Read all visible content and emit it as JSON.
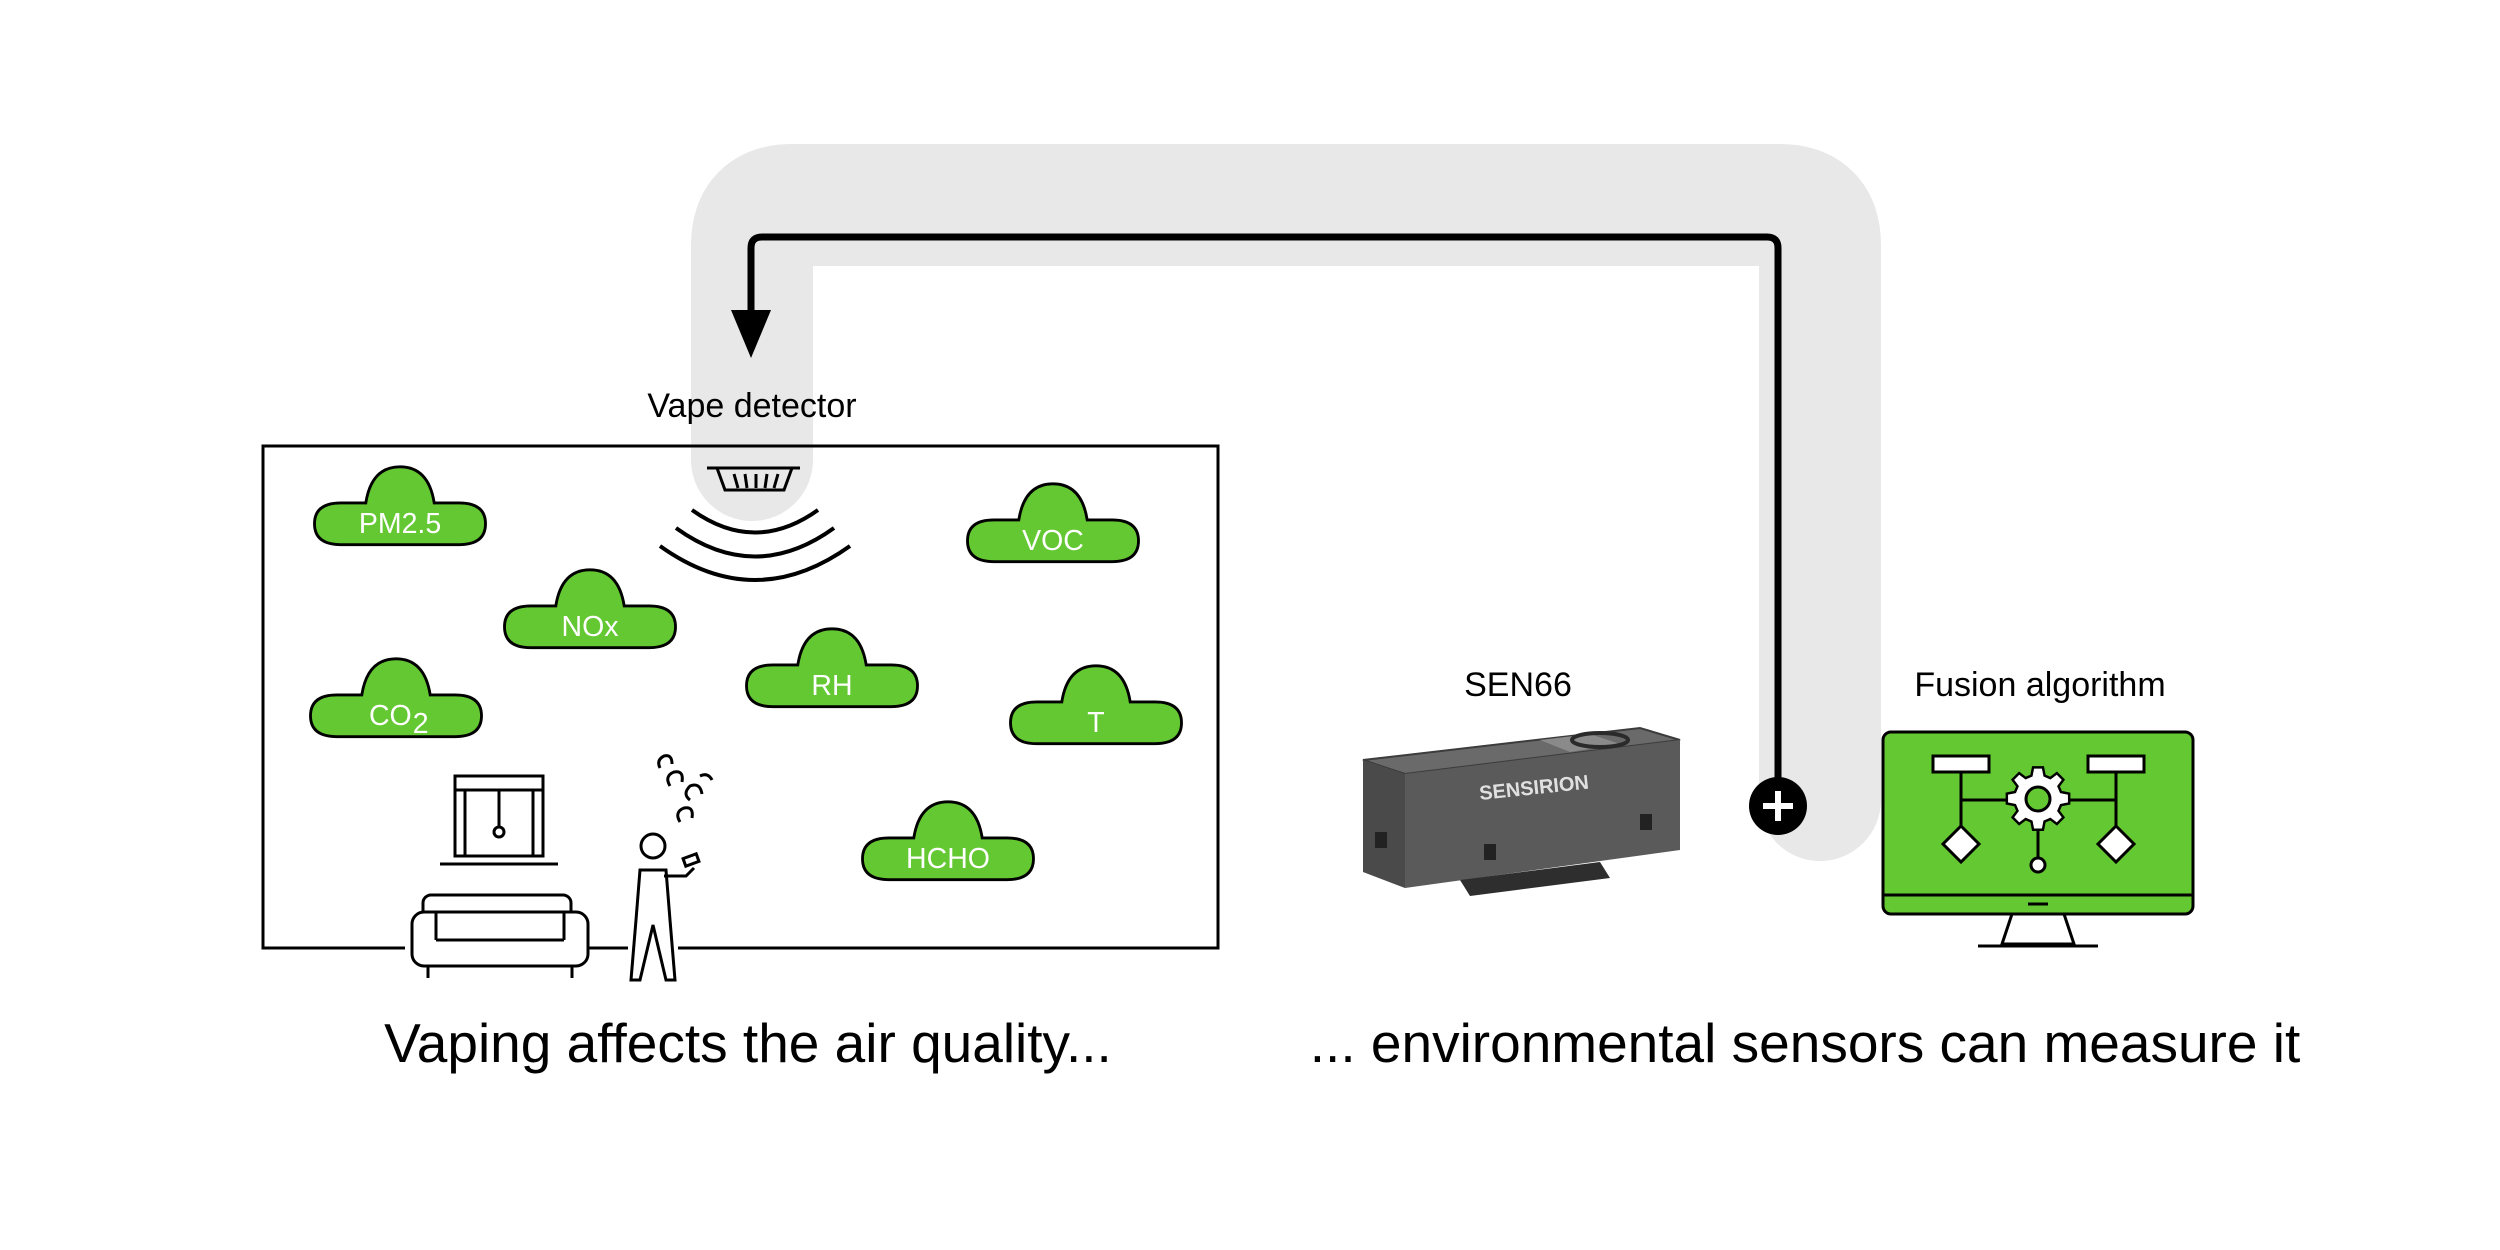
{
  "labels": {
    "vape_detector": "Vape detector",
    "sensor": "SEN66",
    "fusion": "Fusion algorithm",
    "brand": "SENSIRION"
  },
  "pollutants": [
    "PM2.5",
    "VOC",
    "NOx",
    "RH",
    "CO",
    "T",
    "HCHO"
  ],
  "co2": {
    "base": "CO",
    "subscript": "2"
  },
  "captions": {
    "left": "Vaping affects the air quality...",
    "right": "... environmental sensors can measure it"
  },
  "colors": {
    "accent_green": "#64c832",
    "track_gray": "#e8e8e8",
    "sensor_body": "#5a5a5a"
  },
  "icons": {
    "arrow": "arrow-down-icon",
    "plus": "plus-circle-icon",
    "gear": "gear-icon"
  }
}
